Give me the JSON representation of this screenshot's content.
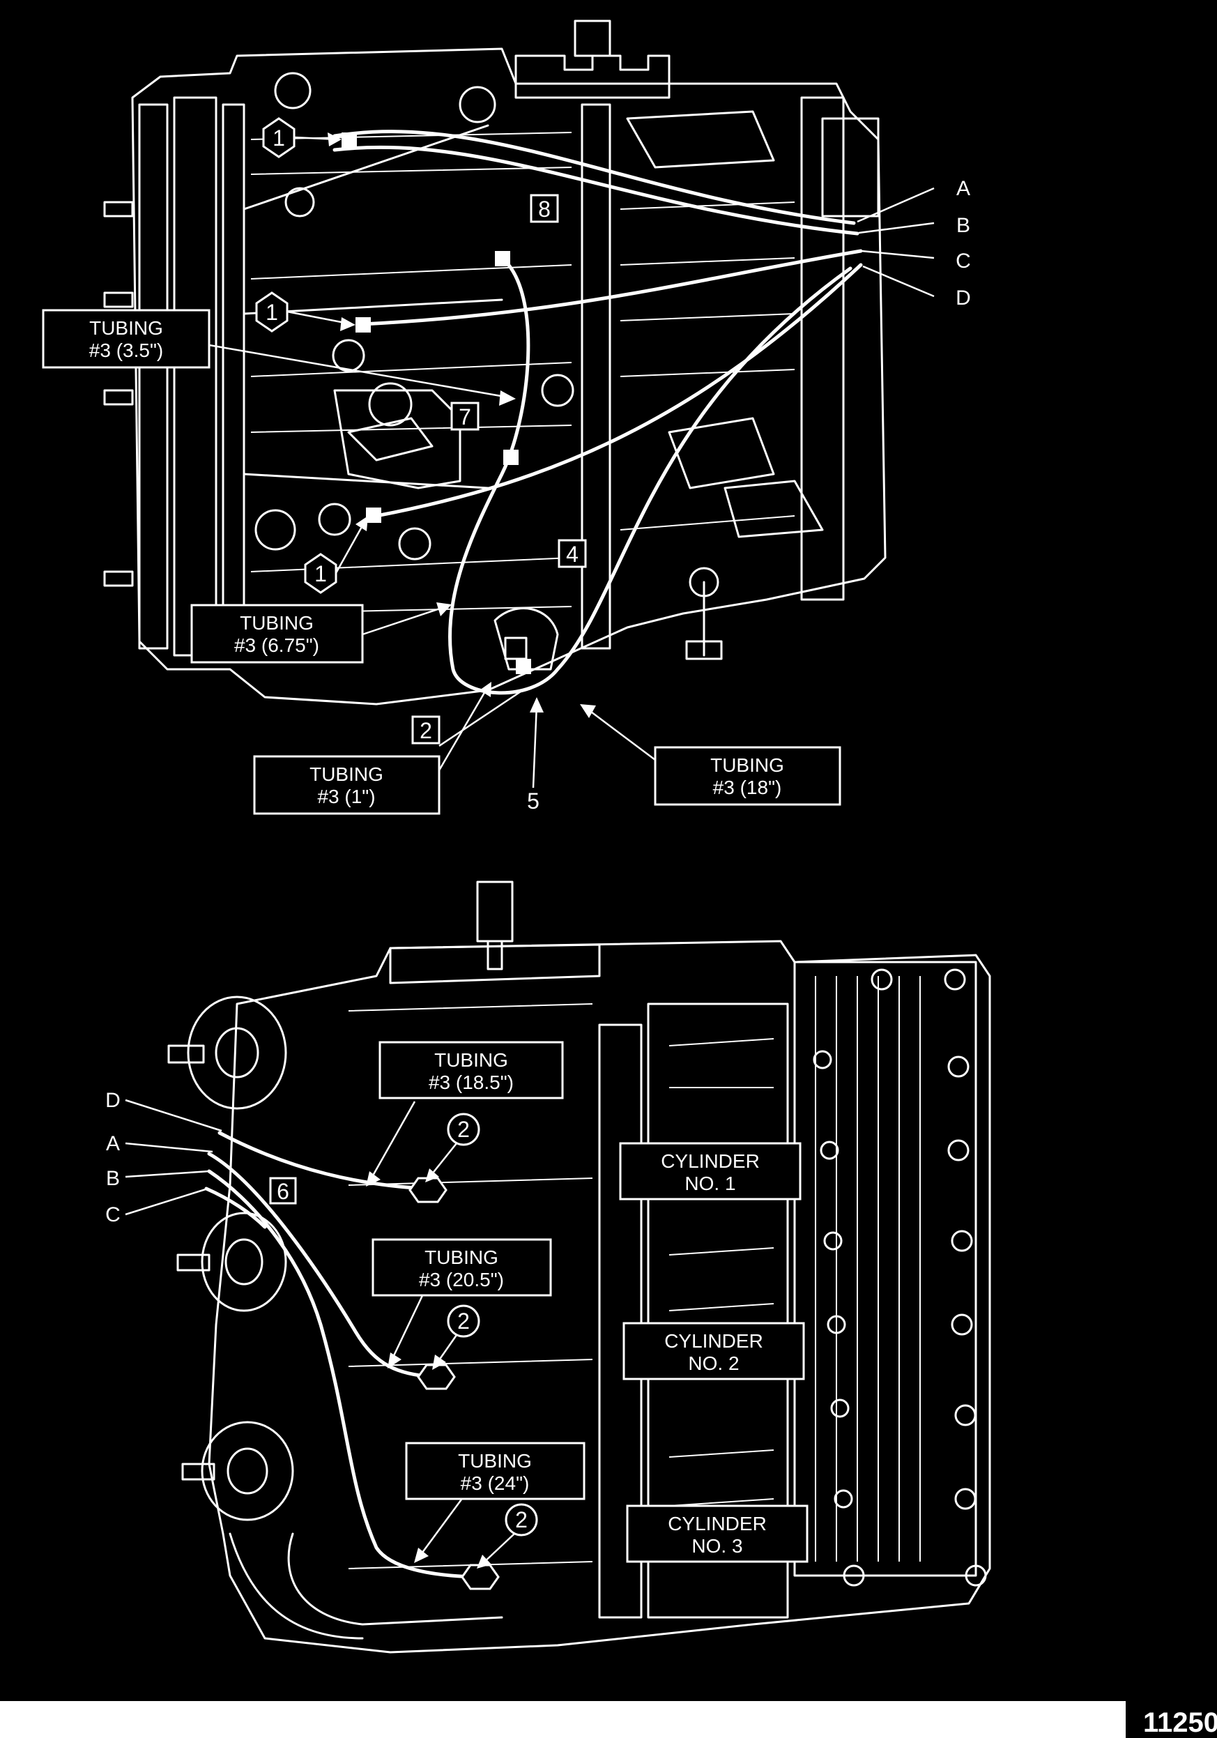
{
  "top_view": {
    "tubing_labels": [
      {
        "line1": "TUBING",
        "line2": "#3 (3.5\")"
      },
      {
        "line1": "TUBING",
        "line2": "#3 (6.75\")"
      },
      {
        "line1": "TUBING",
        "line2": "#3 (1\")"
      },
      {
        "line1": "TUBING",
        "line2": "#3 (18\")"
      }
    ],
    "callouts": [
      "1",
      "1",
      "1",
      "8",
      "7",
      "4",
      "2",
      "5"
    ],
    "letters": [
      "A",
      "B",
      "C",
      "D"
    ]
  },
  "bottom_view": {
    "tubing_labels": [
      {
        "line1": "TUBING",
        "line2": "#3 (18.5\")"
      },
      {
        "line1": "TUBING",
        "line2": "#3 (20.5\")"
      },
      {
        "line1": "TUBING",
        "line2": "#3 (24\")"
      }
    ],
    "cylinder_labels": [
      {
        "line1": "CYLINDER",
        "line2": "NO. 1"
      },
      {
        "line1": "CYLINDER",
        "line2": "NO. 2"
      },
      {
        "line1": "CYLINDER",
        "line2": "NO. 3"
      }
    ],
    "callouts": [
      "2",
      "2",
      "2",
      "6"
    ],
    "letters": [
      "D",
      "A",
      "B",
      "C"
    ]
  },
  "figure_number": "11250"
}
